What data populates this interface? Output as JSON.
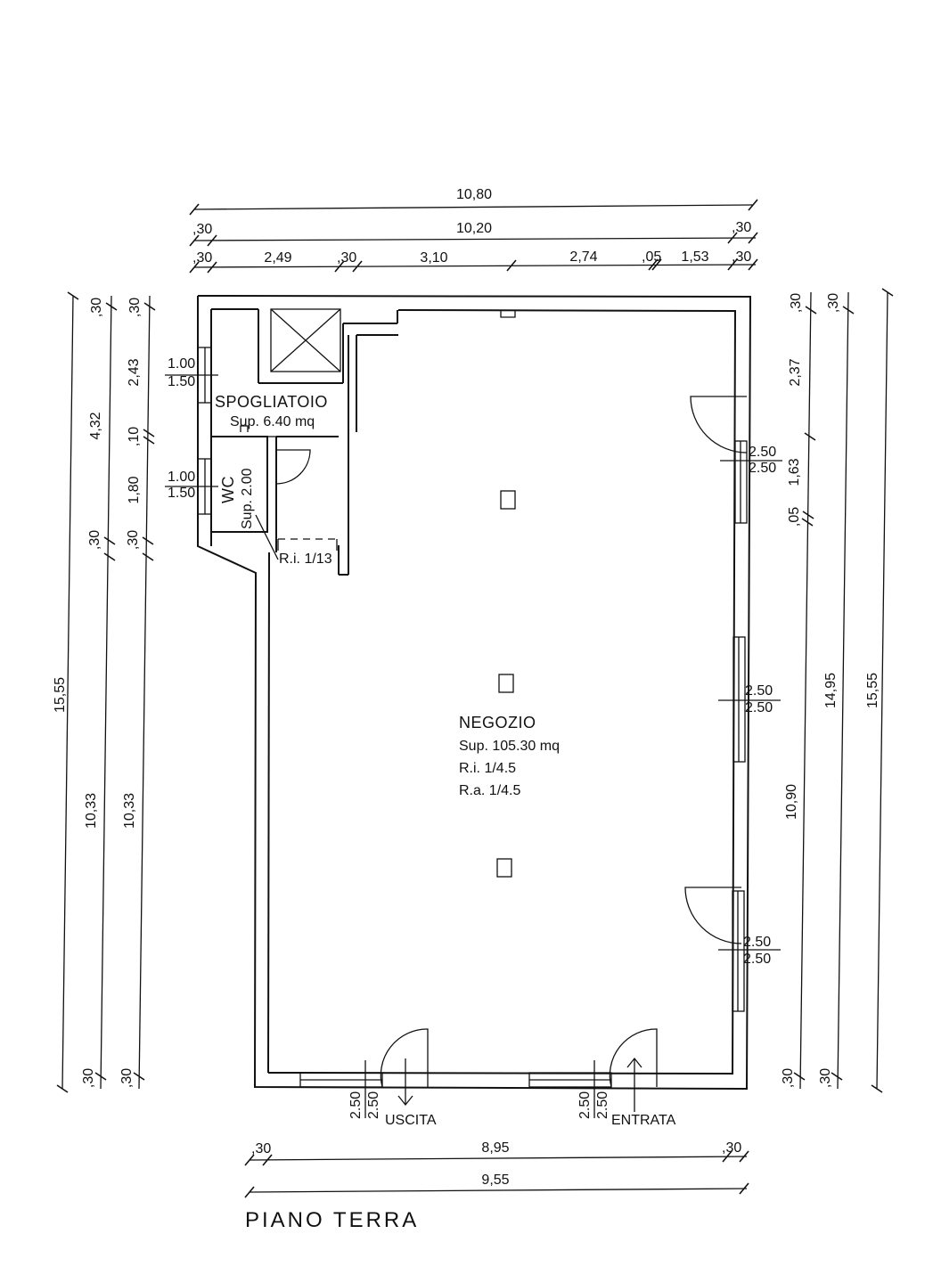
{
  "dimensions": {
    "top": {
      "overall": "10,80",
      "inner": {
        "left": ",30",
        "middle": "10,20",
        "right": ",30"
      },
      "segments": [
        ",30",
        "2,49",
        ",30",
        "3,10",
        "2,74",
        ",05",
        "1,53",
        ",30"
      ]
    },
    "bottom": {
      "inner": {
        "left": ",30",
        "middle": "8,95",
        "right": ",30"
      },
      "overall": "9,55"
    },
    "left": {
      "overall": "15,55",
      "chain_a": [
        ",30",
        "4,32",
        ",30",
        "10,33",
        ",30"
      ],
      "chain_b": [
        ",30",
        "2,43",
        ",10",
        "1,80",
        ",30",
        "10,33",
        ",30"
      ]
    },
    "right": {
      "chain_a": [
        ",30",
        "2,37",
        "1,63",
        ",05",
        "10,90",
        ",30"
      ],
      "chain_b": [
        ",30",
        "14,95",
        ",30"
      ],
      "overall": "15,55"
    }
  },
  "windows": {
    "spogliatoio": {
      "top": "1.00",
      "bottom": "1.50"
    },
    "wc": {
      "top": "1.00",
      "bottom": "1.50"
    },
    "right_1": {
      "top": "2.50",
      "bottom": "2.50"
    },
    "right_2": {
      "top": "2.50",
      "bottom": "2.50"
    },
    "right_3": {
      "top": "2.50",
      "bottom": "2.50"
    },
    "bottom_left": {
      "top": "2.50",
      "bottom": "2.50"
    },
    "bottom_right": {
      "top": "2.50",
      "bottom": "2.50"
    }
  },
  "rooms": {
    "spogliatoio": {
      "name": "SPOGLIATOIO",
      "area": "Sup. 6.40 mq"
    },
    "wc": {
      "name": "WC",
      "area": "Sup. 2.00"
    },
    "wc_ri": "R.i. 1/13",
    "negozio": {
      "name": "NEGOZIO",
      "area": "Sup. 105.30 mq",
      "ri": "R.i. 1/4.5",
      "ra": "R.a. 1/4.5"
    }
  },
  "doors": {
    "exit": "USCITA",
    "entrance": "ENTRATA"
  },
  "title": "PIANO TERRA"
}
